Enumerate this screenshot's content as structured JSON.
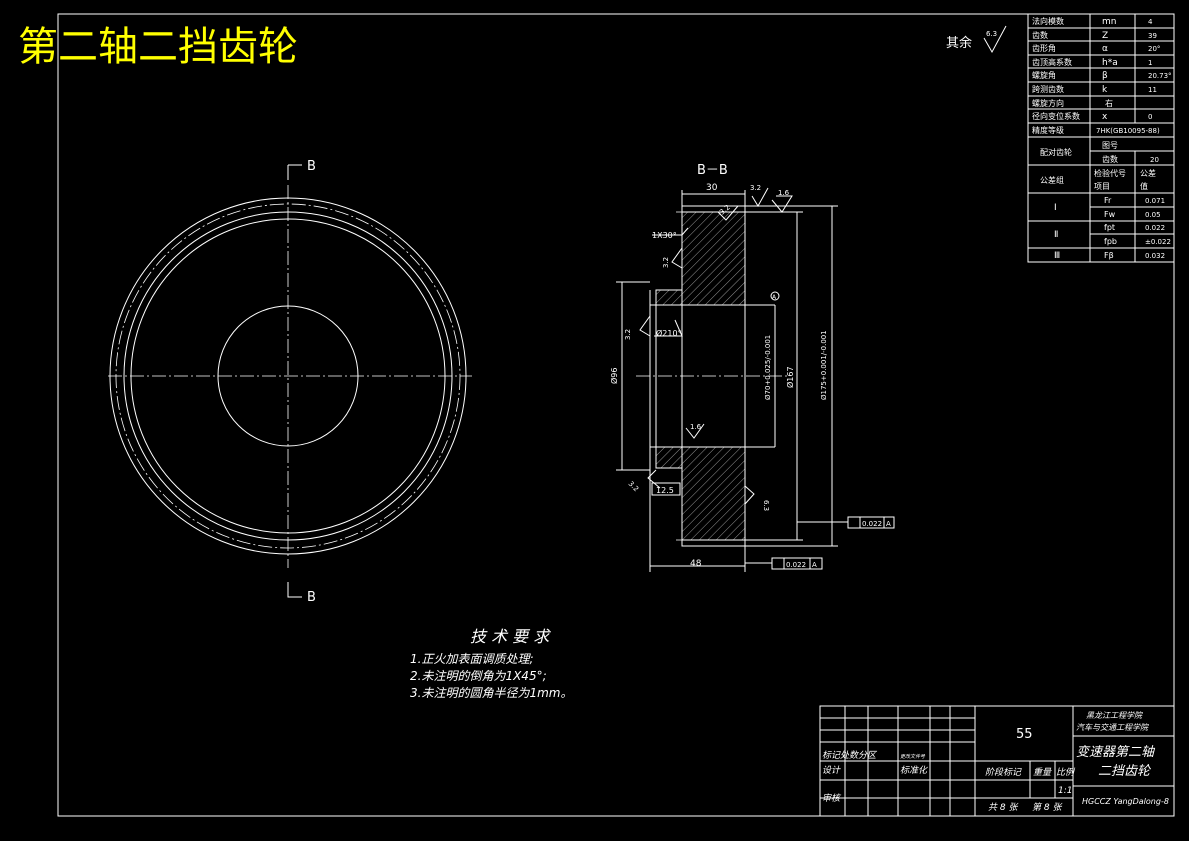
{
  "title": "第二轴二挡齿轮",
  "roughness_note": {
    "label": "其余",
    "value": "6.3"
  },
  "section": {
    "marker": "B",
    "title": "B－B"
  },
  "dimensions": {
    "width_top": "30",
    "width_bottom": "48",
    "bore_small": "Ø96",
    "bore_large": "Ø70+0.025/-0.001",
    "hub": "Ø167",
    "outer": "Ø175+0.001/-0.001",
    "chamfer1": "1X30°",
    "chamfer2": "Ø210°",
    "r1": "3.2",
    "r2": "1.6",
    "r3": "3.2",
    "r4": "3.2",
    "r5": "3.2",
    "r6": "12.5",
    "r7": "1.6",
    "r8": "6.3",
    "datum_label": "A",
    "tol1": "0.022",
    "tol2": "0.022"
  },
  "params_table": [
    [
      "法向模数",
      "mn",
      "4"
    ],
    [
      "齿数",
      "Z",
      "39"
    ],
    [
      "齿形角",
      "α",
      "20°"
    ],
    [
      "齿顶高系数",
      "h*a",
      "1"
    ],
    [
      "螺旋角",
      "β",
      "20.73°"
    ],
    [
      "跨测齿数",
      "k",
      "11"
    ],
    [
      "螺旋方向",
      "右",
      ""
    ],
    [
      "径向变位系数",
      "x",
      "0"
    ],
    [
      "精度等级",
      "7HK(GB10095-88)",
      ""
    ]
  ],
  "mating_gear": {
    "label": "配对齿轮",
    "row1": "图号",
    "row2": "齿数",
    "row2_val": "20"
  },
  "tolerance_group": {
    "header": [
      "公差组",
      "检验代号项目",
      "公差值"
    ],
    "rows": [
      [
        "Ⅰ",
        "Fr",
        "0.071"
      ],
      [
        "",
        "Fw",
        "0.05"
      ],
      [
        "Ⅱ",
        "fpt",
        "0.022"
      ],
      [
        "",
        "fpb",
        "±0.022"
      ],
      [
        "Ⅲ",
        "Fβ",
        "0.032"
      ]
    ]
  },
  "tech_req": {
    "heading": "技 术 要 求",
    "items": [
      "1.正火加表面调质处理;",
      "2.未注明的倒角为1X45°;",
      "3.未注明的圆角半径为1mm。"
    ]
  },
  "title_block": {
    "scale_number": "55",
    "school1": "黑龙江工程学院",
    "school2": "汽车与交通工程学院",
    "part_name1": "变速器第二轴",
    "part_name2": "二挡齿轮",
    "mark_label": "标记处数分区",
    "mark_sub": "更改文件号",
    "design": "设计",
    "standardize": "标准化",
    "review": "审核",
    "stage": "阶段标记",
    "weight": "重量",
    "ratio": "比例",
    "scale": "1:1",
    "sheets": "共 8 张",
    "sheet_no": "第 8 张",
    "drawing_no": "HGCCZ YangDalong-8"
  }
}
